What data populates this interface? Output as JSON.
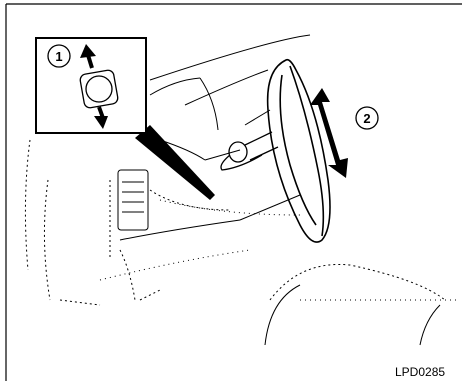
{
  "callouts": {
    "one": "1",
    "two": "2"
  },
  "figure_code": "LPD0285",
  "colors": {
    "ink": "#000000",
    "paper": "#ffffff"
  }
}
